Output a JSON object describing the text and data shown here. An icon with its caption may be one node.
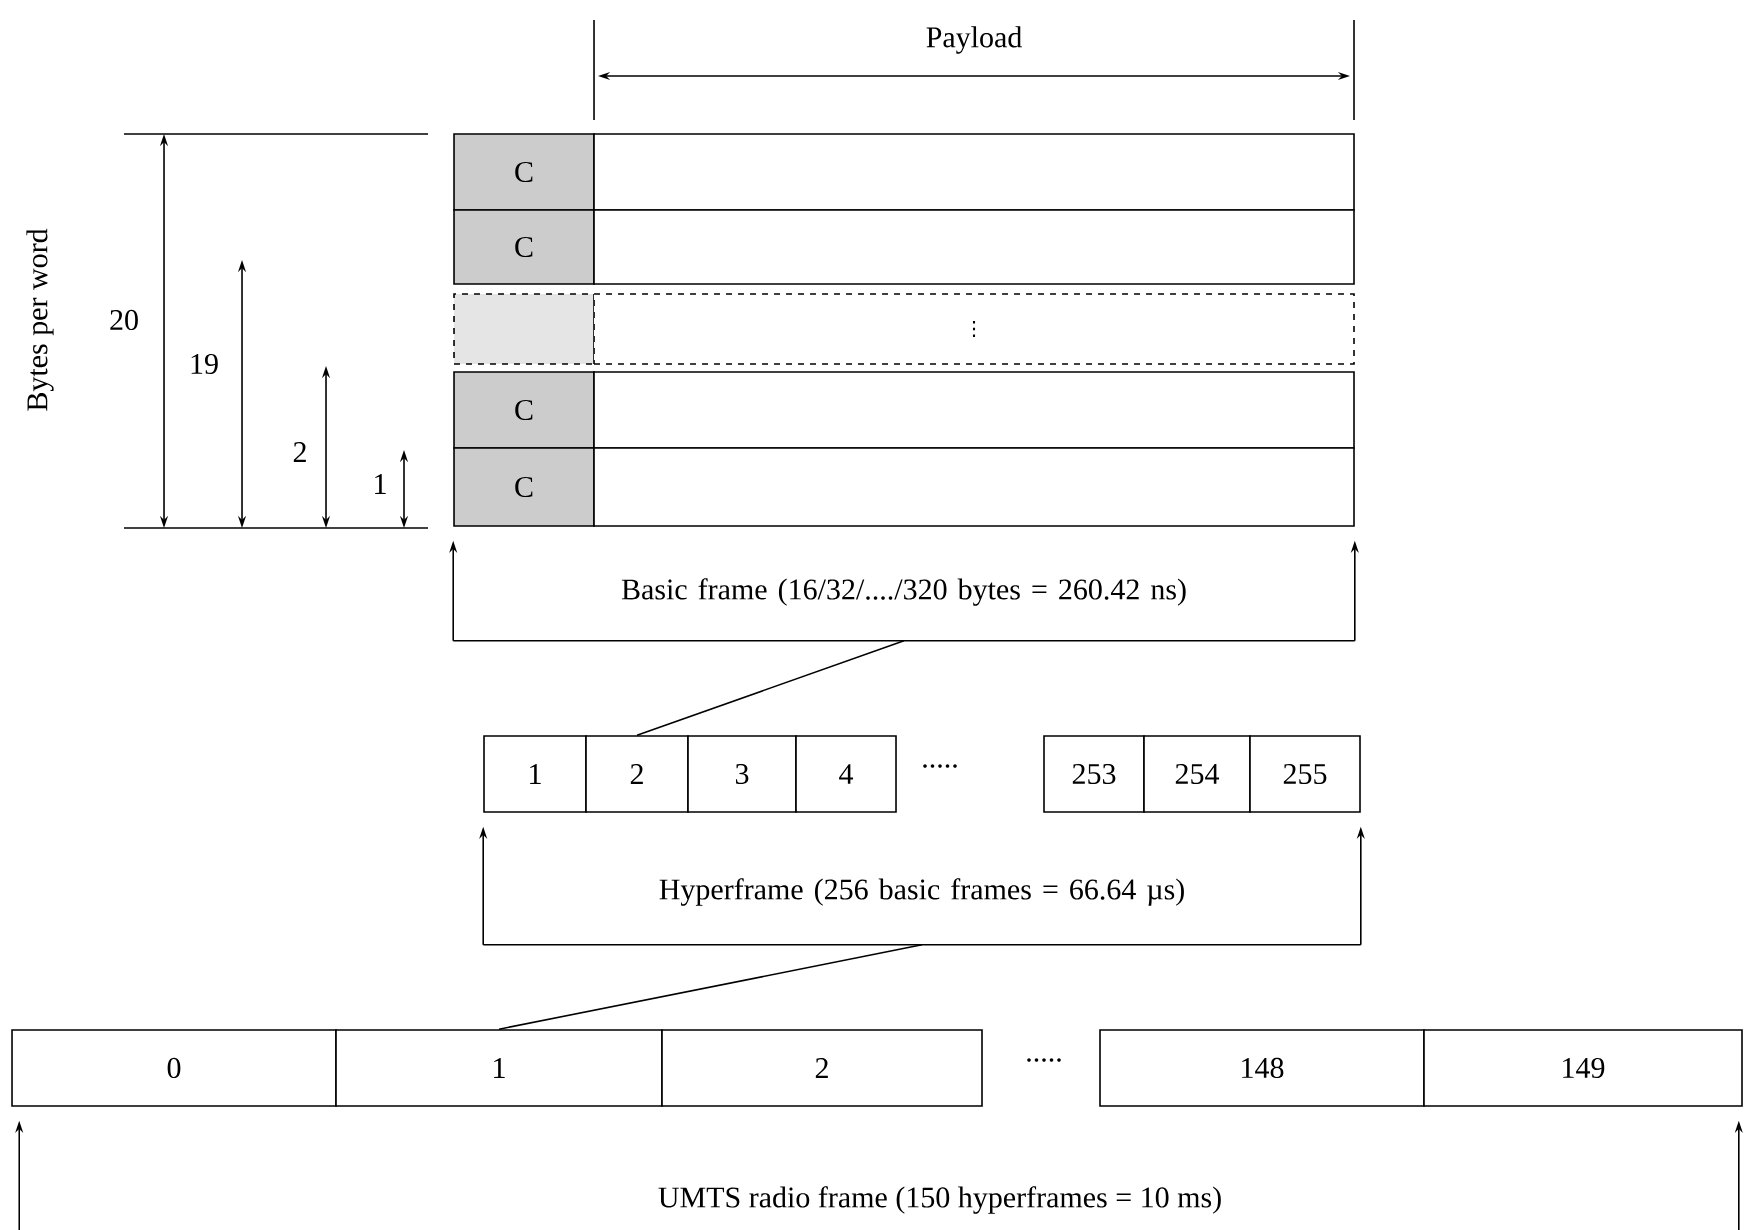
{
  "diagram": {
    "nodes": [
      {
        "text": [
          "C"
        ]
      },
      {
        "text": [],
        "shape": "box"
      },
      {
        "text": [
          "C"
        ]
      },
      {
        "text": [],
        "shape": "box"
      },
      {
        "text": [],
        "shape": "box"
      },
      {
        "text": [
          "⋮"
        ]
      },
      {
        "text": [
          "C"
        ]
      },
      {
        "text": [],
        "shape": "box"
      },
      {
        "text": [
          "C"
        ]
      },
      {
        "text": [],
        "shape": "box"
      },
      {
        "text": [
          "Basic frame (16/32/..../320 bytes = 260.42 ns)"
        ]
      },
      {
        "text": [
          "1"
        ]
      },
      {
        "text": [
          "2"
        ]
      },
      {
        "text": [
          "3"
        ]
      },
      {
        "text": [
          "4"
        ]
      },
      {
        "text": [
          "253"
        ]
      },
      {
        "text": [
          "254"
        ]
      },
      {
        "text": [
          "255"
        ]
      },
      {
        "text": [
          "Hyperframe (256 basic frames = 66.64 µs)"
        ]
      },
      {
        "text": [
          "0"
        ]
      },
      {
        "text": [
          "1"
        ]
      },
      {
        "text": [
          "2"
        ]
      },
      {
        "text": [
          "148"
        ]
      },
      {
        "text": [
          "149"
        ]
      }
    ],
    "edges": [
      {
        "from": 10,
        "to": 8,
        "arrow": "to"
      },
      {
        "from": 10,
        "to": 9,
        "arrow": "to"
      },
      {
        "from": 10,
        "to": 12,
        "arrow": "none"
      },
      {
        "from": 18,
        "to": 11,
        "arrow": "to"
      },
      {
        "from": 18,
        "to": 17,
        "arrow": "to"
      },
      {
        "from": 18,
        "to": 20,
        "arrow": "none"
      },
      {
        "from": null,
        "to": 19,
        "arrow": "to"
      },
      {
        "from": null,
        "to": 23,
        "arrow": "to"
      }
    ],
    "labels": [
      "Payload",
      "Bytes per word",
      "20",
      "19",
      "2",
      "1",
      ".....",
      ".....",
      "UMTS radio frame (150 hyperframes = 10 ms)"
    ]
  }
}
